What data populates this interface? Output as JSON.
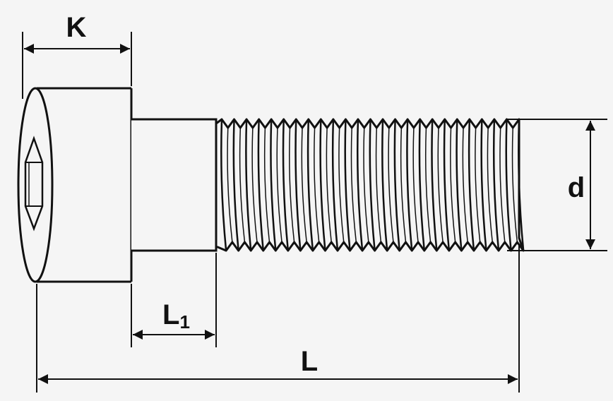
{
  "labels": {
    "k": "K",
    "d": "d",
    "l1_main": "L",
    "l1_sub": "1",
    "l": "L"
  },
  "colors": {
    "background": "#f5f5f5",
    "stroke": "#111111",
    "fill": "#f5f5f5"
  }
}
